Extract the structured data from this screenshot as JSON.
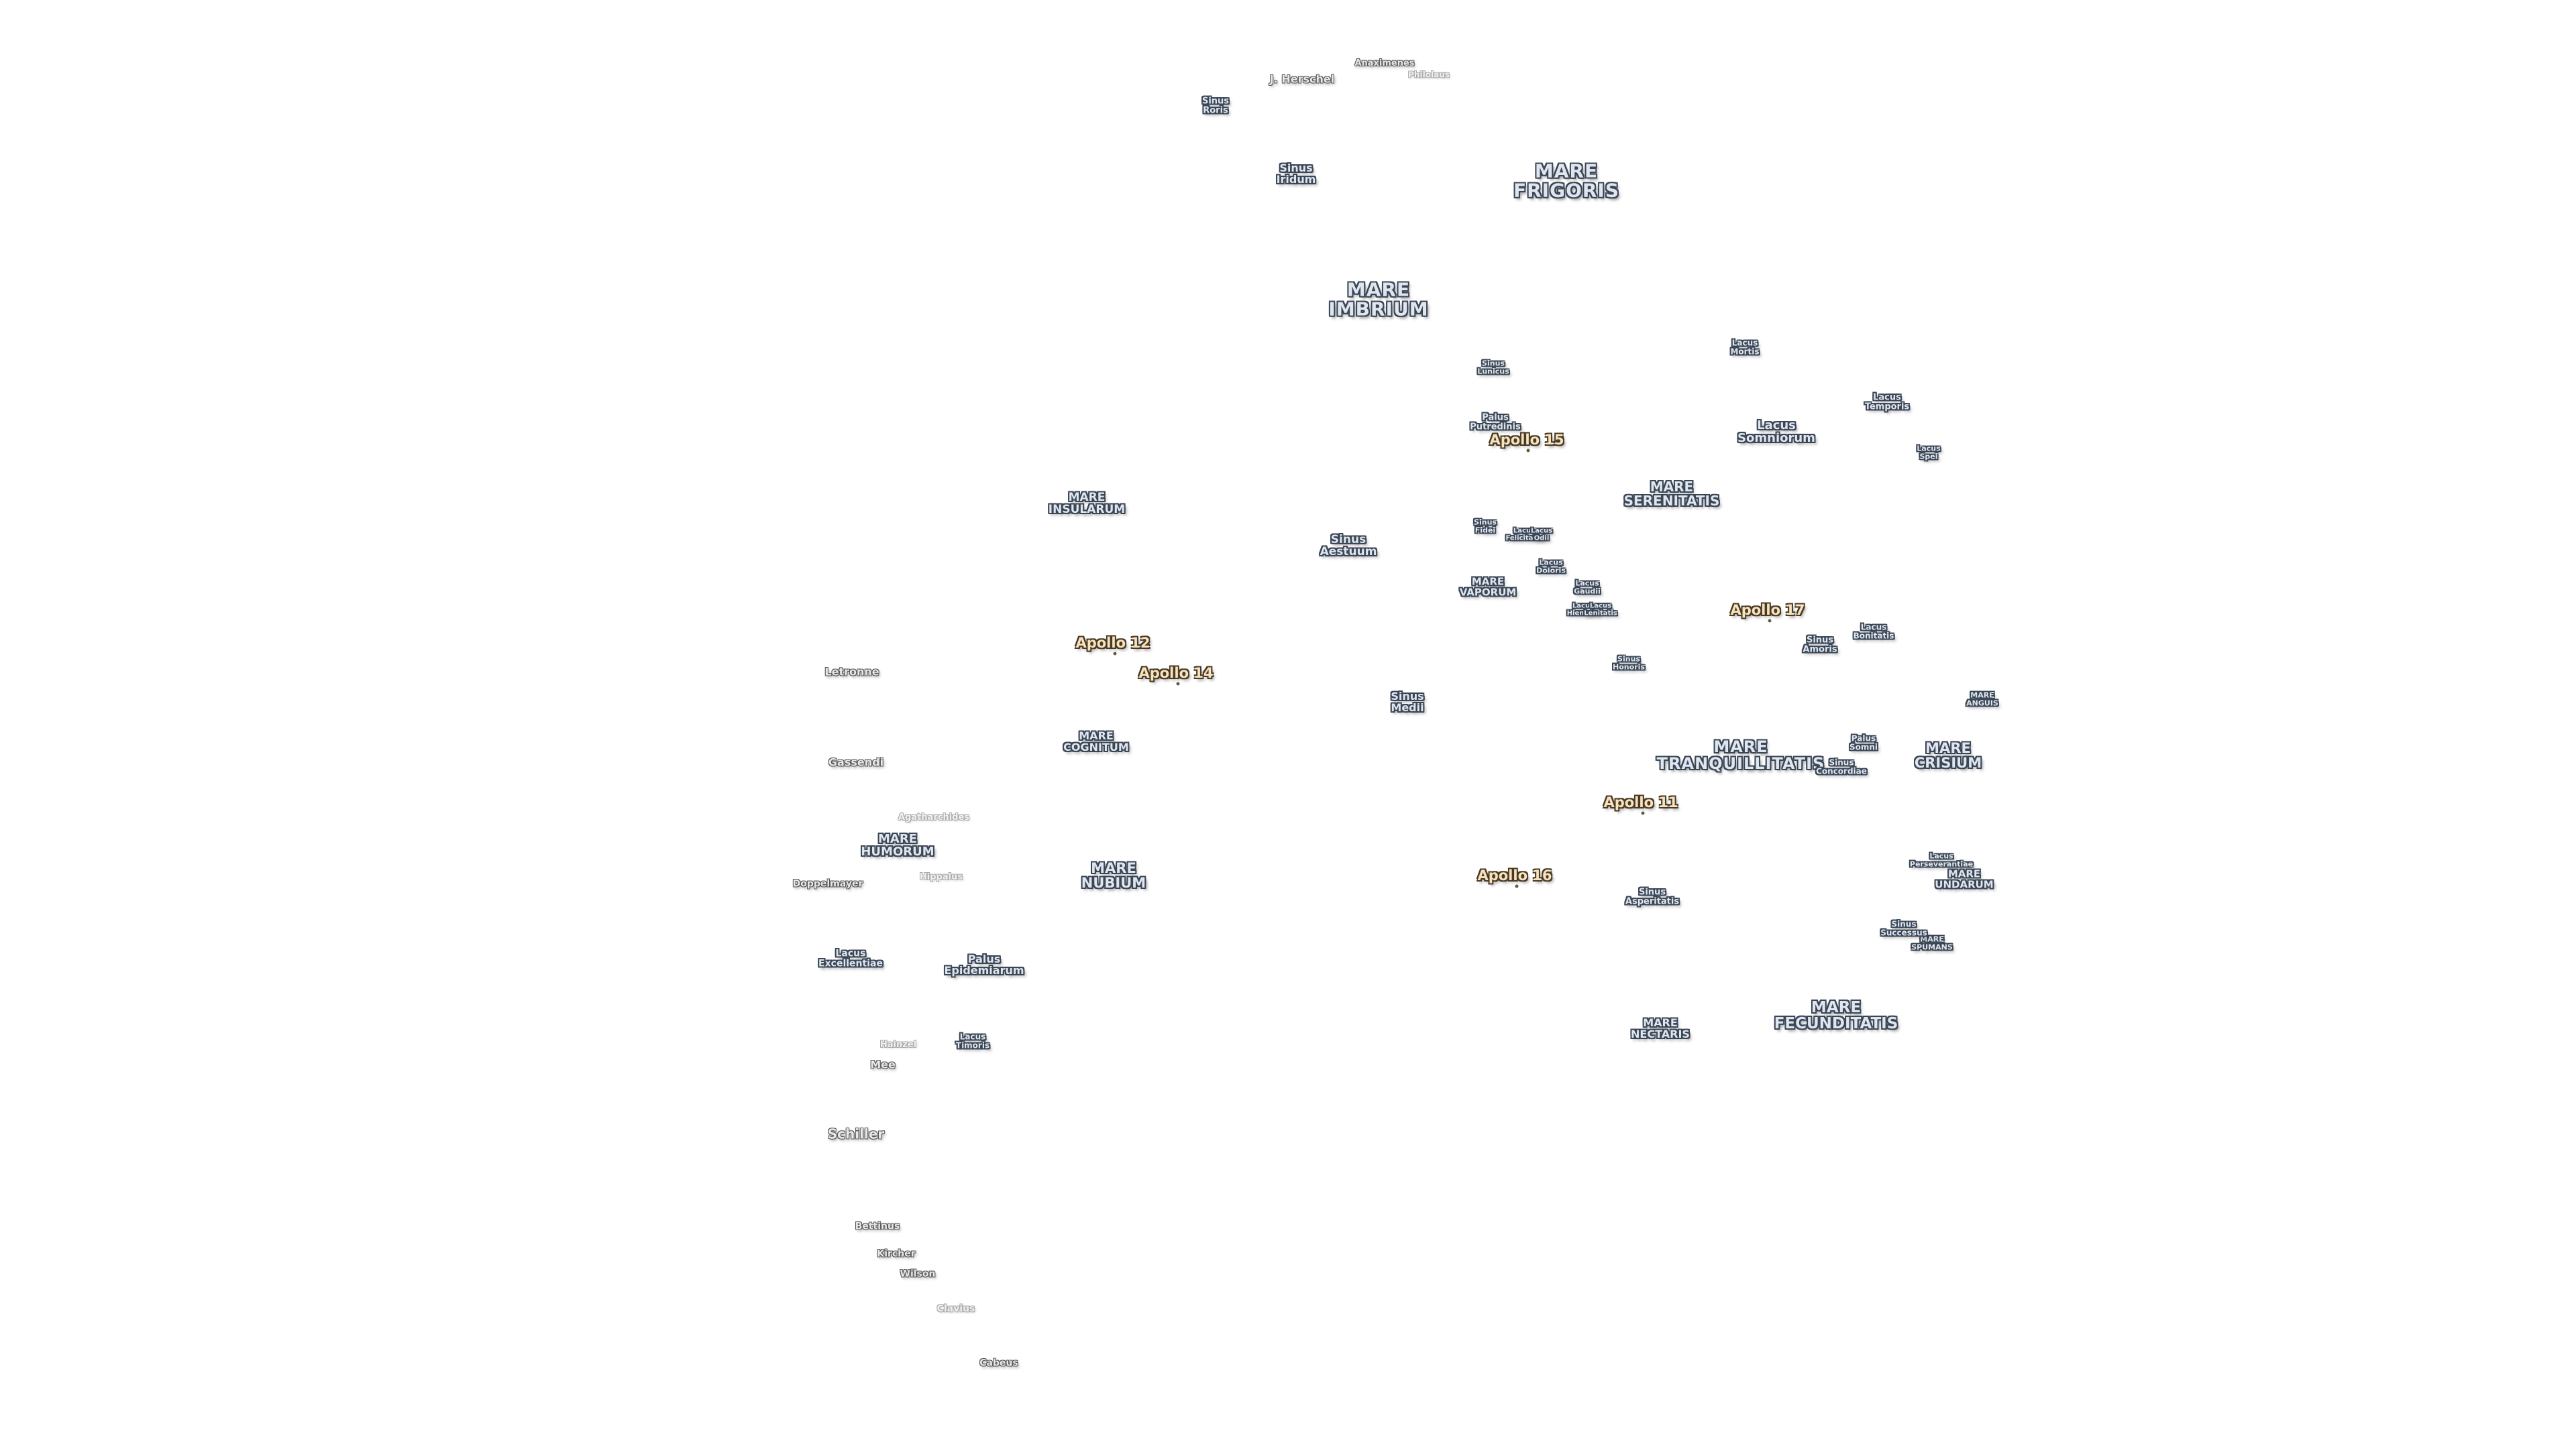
{
  "map": {
    "maria": [
      {
        "id": "frigoris",
        "text": "MARE\nFRIGORIS"
      },
      {
        "id": "imbrium",
        "text": "MARE\nIMBRIUM"
      },
      {
        "id": "insularum",
        "text": "MARE\nINSULARUM"
      },
      {
        "id": "serenitatis",
        "text": "MARE\nSERENITATIS"
      },
      {
        "id": "vaporum",
        "text": "MARE\nVAPORUM"
      },
      {
        "id": "cognitum",
        "text": "MARE\nCOGNITUM"
      },
      {
        "id": "tranquillitatis",
        "text": "MARE\nTRANQUILLITATIS"
      },
      {
        "id": "crisium",
        "text": "MARE\nCRISIUM"
      },
      {
        "id": "anguis",
        "text": "MARE\nANGUIS"
      },
      {
        "id": "humorum",
        "text": "MARE\nHUMORUM"
      },
      {
        "id": "nubium",
        "text": "MARE\nNUBIUM"
      },
      {
        "id": "undarum",
        "text": "MARE\nUNDARUM"
      },
      {
        "id": "spumans",
        "text": "MARE\nSPUMANS"
      },
      {
        "id": "nectaris",
        "text": "MARE\nNECTARIS"
      },
      {
        "id": "fecunditatis",
        "text": "MARE\nFECUNDITATIS"
      }
    ],
    "features": [
      {
        "id": "sinus-roris",
        "text": "Sinus\nRoris"
      },
      {
        "id": "sinus-iridum",
        "text": "Sinus\nIridum"
      },
      {
        "id": "sinus-lunicus",
        "text": "Sinus\nLunicus"
      },
      {
        "id": "palus-putredinis",
        "text": "Palus\nPutredinis"
      },
      {
        "id": "lacus-mortis",
        "text": "Lacus\nMortis"
      },
      {
        "id": "lacus-temporis",
        "text": "Lacus\nTemporis"
      },
      {
        "id": "lacus-somniorum",
        "text": "Lacus\nSomniorum"
      },
      {
        "id": "lacus-spei",
        "text": "Lacus\nSpei"
      },
      {
        "id": "sinus-aestuum",
        "text": "Sinus\nAestuum"
      },
      {
        "id": "sinus-fidei",
        "text": "Sinus\nFidei"
      },
      {
        "id": "lacus-felicitatis",
        "text": "Lacus\nFelicitatis"
      },
      {
        "id": "lacus-odii",
        "text": "Lacus\nOdii"
      },
      {
        "id": "lacus-doloris",
        "text": "Lacus\nDoloris"
      },
      {
        "id": "lacus-gaudii",
        "text": "Lacus\nGaudii"
      },
      {
        "id": "lacus-hiemalis",
        "text": "Lacus\nHiemalis"
      },
      {
        "id": "lacus-lenitatis",
        "text": "Lacus\nLenitatis"
      },
      {
        "id": "sinus-honoris",
        "text": "Sinus\nHonoris"
      },
      {
        "id": "sinus-amoris",
        "text": "Sinus\nAmoris"
      },
      {
        "id": "lacus-bonitatis",
        "text": "Lacus\nBonitatis"
      },
      {
        "id": "sinus-medii",
        "text": "Sinus\nMedii"
      },
      {
        "id": "palus-somni",
        "text": "Palus\nSomni"
      },
      {
        "id": "sinus-concordiae",
        "text": "Sinus\nConcordiae"
      },
      {
        "id": "lacus-perseverantiae",
        "text": "Lacus\nPerseverantiae"
      },
      {
        "id": "sinus-asperitatis",
        "text": "Sinus\nAsperitatis"
      },
      {
        "id": "sinus-successus",
        "text": "Sinus\nSuccessus"
      },
      {
        "id": "lacus-excellentiae",
        "text": "Lacus\nExcellentiae"
      },
      {
        "id": "palus-epidemiarum",
        "text": "Palus\nEpidemiarum"
      },
      {
        "id": "lacus-timoris",
        "text": "Lacus\nTimoris"
      }
    ],
    "craters": [
      {
        "id": "anaximenes",
        "text": "Anaximenes"
      },
      {
        "id": "philolaus",
        "text": "Philolaus"
      },
      {
        "id": "j-herschel",
        "text": "J. Herschel"
      },
      {
        "id": "letronne",
        "text": "Letronne"
      },
      {
        "id": "gassendi",
        "text": "Gassendi"
      },
      {
        "id": "agatharchides",
        "text": "Agatharchides"
      },
      {
        "id": "doppelmayer",
        "text": "Doppelmayer"
      },
      {
        "id": "hippalus",
        "text": "Hippalus"
      },
      {
        "id": "hainzel",
        "text": "Hainzel"
      },
      {
        "id": "mee",
        "text": "Mee"
      },
      {
        "id": "schiller",
        "text": "Schiller"
      },
      {
        "id": "bettinus",
        "text": "Bettinus"
      },
      {
        "id": "kircher",
        "text": "Kircher"
      },
      {
        "id": "wilson",
        "text": "Wilson"
      },
      {
        "id": "clavius",
        "text": "Clavius"
      },
      {
        "id": "cabeus",
        "text": "Cabeus"
      }
    ],
    "apollo_sites": [
      {
        "id": "apollo-15",
        "text": "Apollo 15"
      },
      {
        "id": "apollo-17",
        "text": "Apollo 17"
      },
      {
        "id": "apollo-12",
        "text": "Apollo 12"
      },
      {
        "id": "apollo-14",
        "text": "Apollo 14"
      },
      {
        "id": "apollo-11",
        "text": "Apollo 11"
      },
      {
        "id": "apollo-16",
        "text": "Apollo 16"
      }
    ]
  }
}
